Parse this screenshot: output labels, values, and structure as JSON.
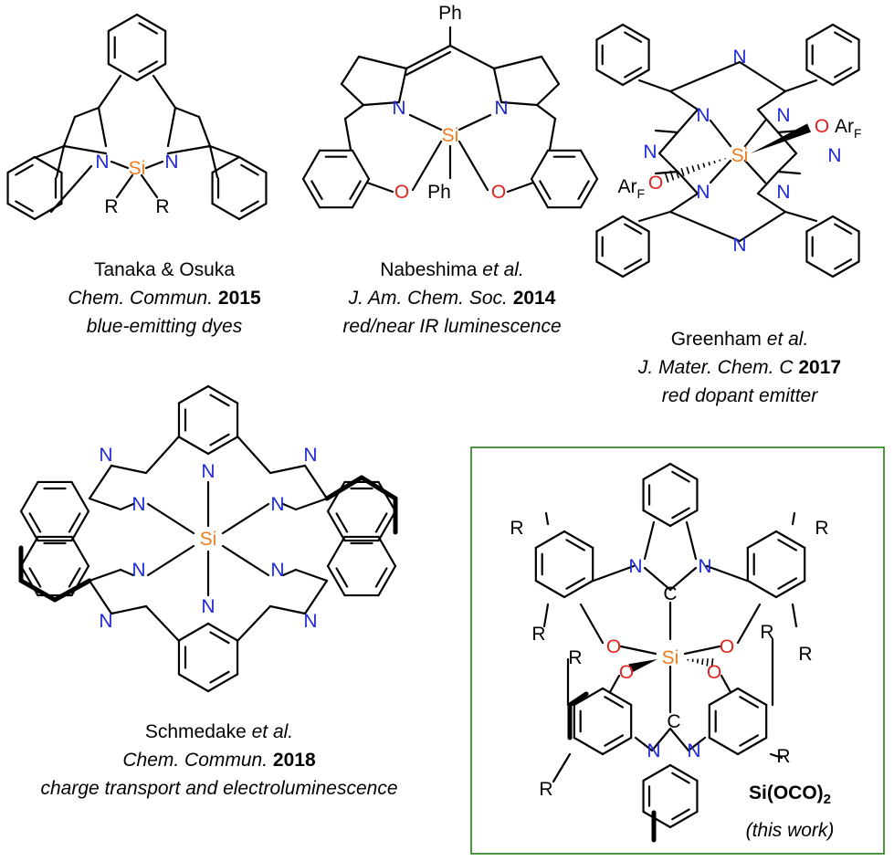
{
  "atoms": {
    "N": "N",
    "Si": "Si",
    "O": "O",
    "C": "C",
    "R": "R",
    "Ph": "Ph",
    "Ar": "Ar",
    "F": "F"
  },
  "compounds": [
    {
      "author": "Tanaka & Osuka",
      "journal": "Chem. Commun.",
      "year": "2015",
      "note": "blue-emitting dyes"
    },
    {
      "author": "Nabeshima",
      "etal": "et al.",
      "journal": "J. Am. Chem. Soc.",
      "year": "2014",
      "note": "red/near IR luminescence"
    },
    {
      "author": "Greenham",
      "etal": "et al.",
      "journal": "J. Mater. Chem. C",
      "year": "2017",
      "note": "red dopant emitter"
    },
    {
      "author": "Schmedake",
      "etal": "et al.",
      "journal": "Chem. Commun.",
      "year": "2018",
      "note": "charge transport and electroluminescence"
    }
  ],
  "this_work": {
    "name": "Si(OCO)",
    "subscript": "2",
    "note": "(this work)"
  },
  "colors": {
    "silicon": "#f07c1e",
    "nitrogen": "#1f2ad6",
    "oxygen": "#e0231b",
    "bond": "#000000",
    "box_border": "#3a8a2e"
  }
}
